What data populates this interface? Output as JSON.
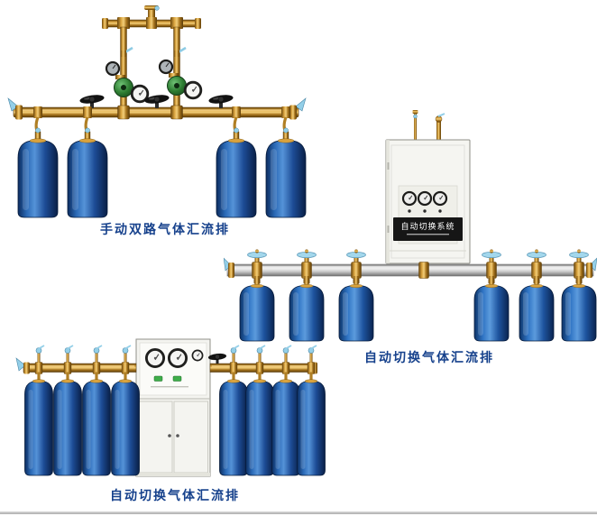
{
  "page": {
    "background": "#ffffff"
  },
  "products": [
    {
      "caption": "手动双路气体汇流排"
    },
    {
      "caption": "自动切换气体汇流排",
      "cabinet_label": "自动切换系统"
    },
    {
      "caption": "自动切换气体汇流排"
    }
  ],
  "colors": {
    "caption_text": "#16418c",
    "brass_pipe": "#d9a33f",
    "steel_pipe": "#cfcfcf",
    "cylinder_blue": "#1d4f9a",
    "fitting_light_blue": "#93cfe8",
    "cabinet_body": "#f5f5f1",
    "cabinet_label_bg": "#161616",
    "cabinet_label_text": "#ffffff"
  }
}
